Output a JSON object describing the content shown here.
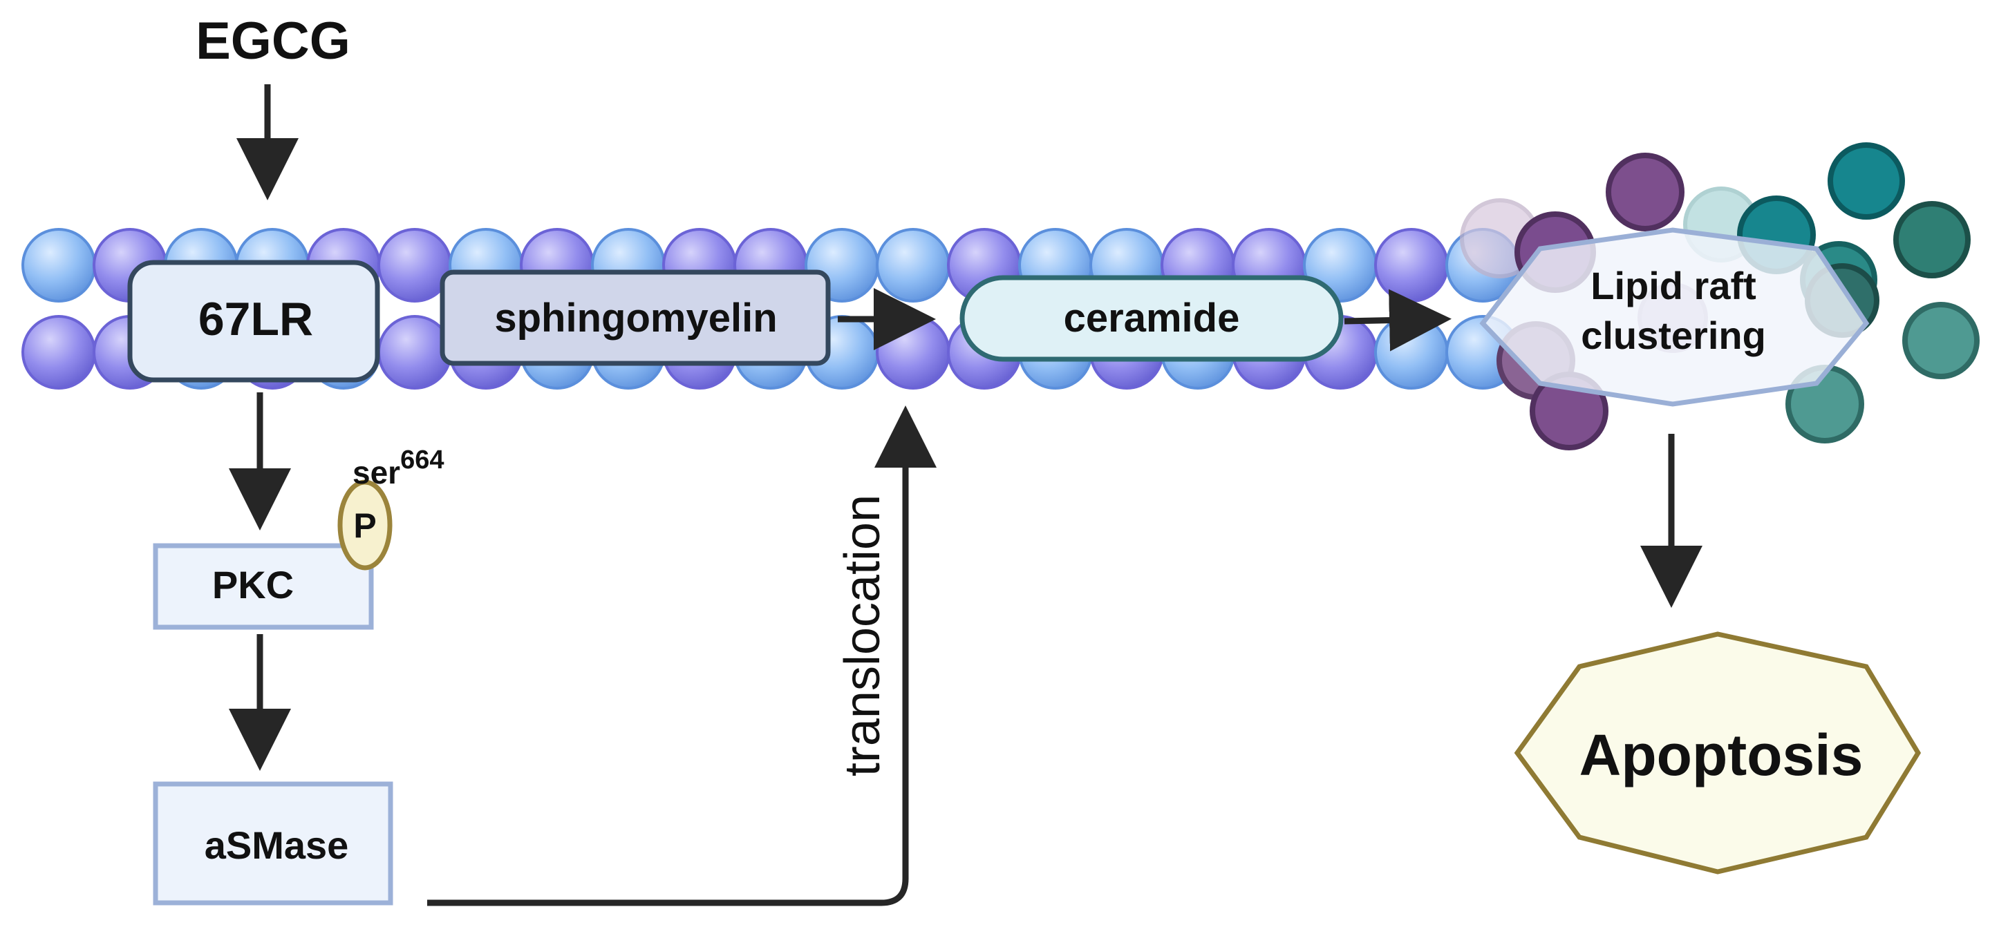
{
  "diagram": {
    "ligand": "EGCG",
    "receptor": "67LR",
    "substrate": "sphingomyelin",
    "product": "ceramide",
    "raft": {
      "line1": "Lipid raft",
      "line2": "clustering"
    },
    "kinase": "PKC",
    "phospho": {
      "site": "ser",
      "site_number": "664",
      "symbol": "P"
    },
    "enzyme": "aSMase",
    "transport": "translocation",
    "outcome": "Apoptosis"
  },
  "colors": {
    "bead_blue": "#7fb4f2",
    "bead_purple": "#8c86ea",
    "receptor_fill": "#e4edf9",
    "receptor_stroke": "#34485e",
    "substrate_fill": "#d0d6ea",
    "product_fill": "#dff1f6",
    "product_stroke": "#2f6a72",
    "raft_fill": "#f0f4fb",
    "raft_stroke": "#9aafd6",
    "box_fill": "#edf3fc",
    "box_stroke": "#9cb1d8",
    "phospho_fill": "#f7f1cf",
    "phospho_stroke": "#9b843b",
    "outcome_fill": "#fbfbea",
    "outcome_stroke": "#8f7a33",
    "arrow": "#262626",
    "raft_purple": "#7d4f8d",
    "raft_teal": "#16868e",
    "raft_dark_teal": "#2f7f74"
  }
}
